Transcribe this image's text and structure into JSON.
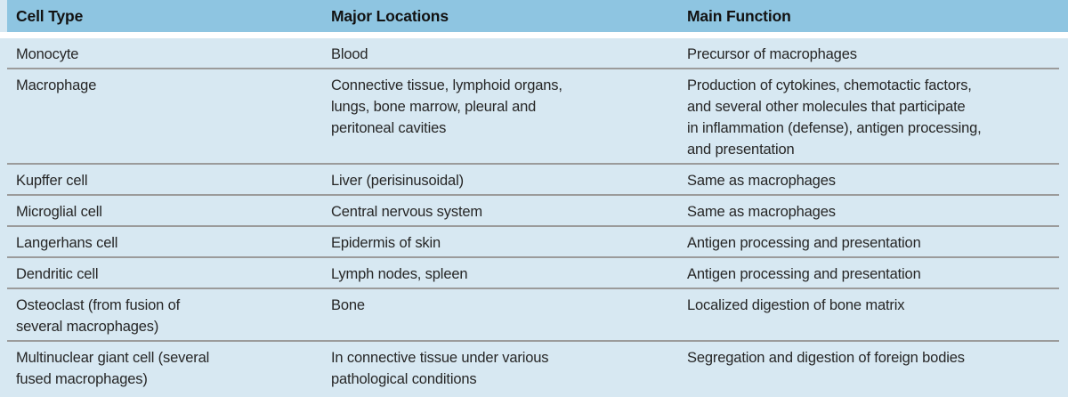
{
  "table": {
    "columns": [
      "Cell Type",
      "Major Locations",
      "Main Function"
    ],
    "rows": [
      {
        "cell_type": "Monocyte",
        "locations": "Blood",
        "function": "Precursor of macrophages"
      },
      {
        "cell_type": "Macrophage",
        "locations": "Connective tissue, lymphoid organs,\nlungs, bone marrow, pleural and\nperitoneal cavities",
        "function": "Production of cytokines, chemotactic factors,\nand several other molecules that participate\nin inflammation (defense), antigen processing,\nand presentation"
      },
      {
        "cell_type": "Kupffer cell",
        "locations": "Liver (perisinusoidal)",
        "function": "Same as macrophages"
      },
      {
        "cell_type": "Microglial cell",
        "locations": "Central nervous system",
        "function": "Same as macrophages"
      },
      {
        "cell_type": "Langerhans cell",
        "locations": "Epidermis of skin",
        "function": "Antigen processing and presentation"
      },
      {
        "cell_type": "Dendritic cell",
        "locations": "Lymph nodes, spleen",
        "function": "Antigen processing and presentation"
      },
      {
        "cell_type": "Osteoclast (from fusion of\nseveral macrophages)",
        "locations": "Bone",
        "function": "Localized digestion of bone matrix"
      },
      {
        "cell_type": "Multinuclear giant cell (several\nfused macrophages)",
        "locations": "In connective tissue under various\npathological conditions",
        "function": "Segregation and digestion of foreign bodies"
      }
    ]
  },
  "colors": {
    "header_bg": "#8ec5e1",
    "body_bg": "#d7e8f2",
    "gap": "#ffffff",
    "separator": "#9b9b9b",
    "text": "#262626"
  }
}
